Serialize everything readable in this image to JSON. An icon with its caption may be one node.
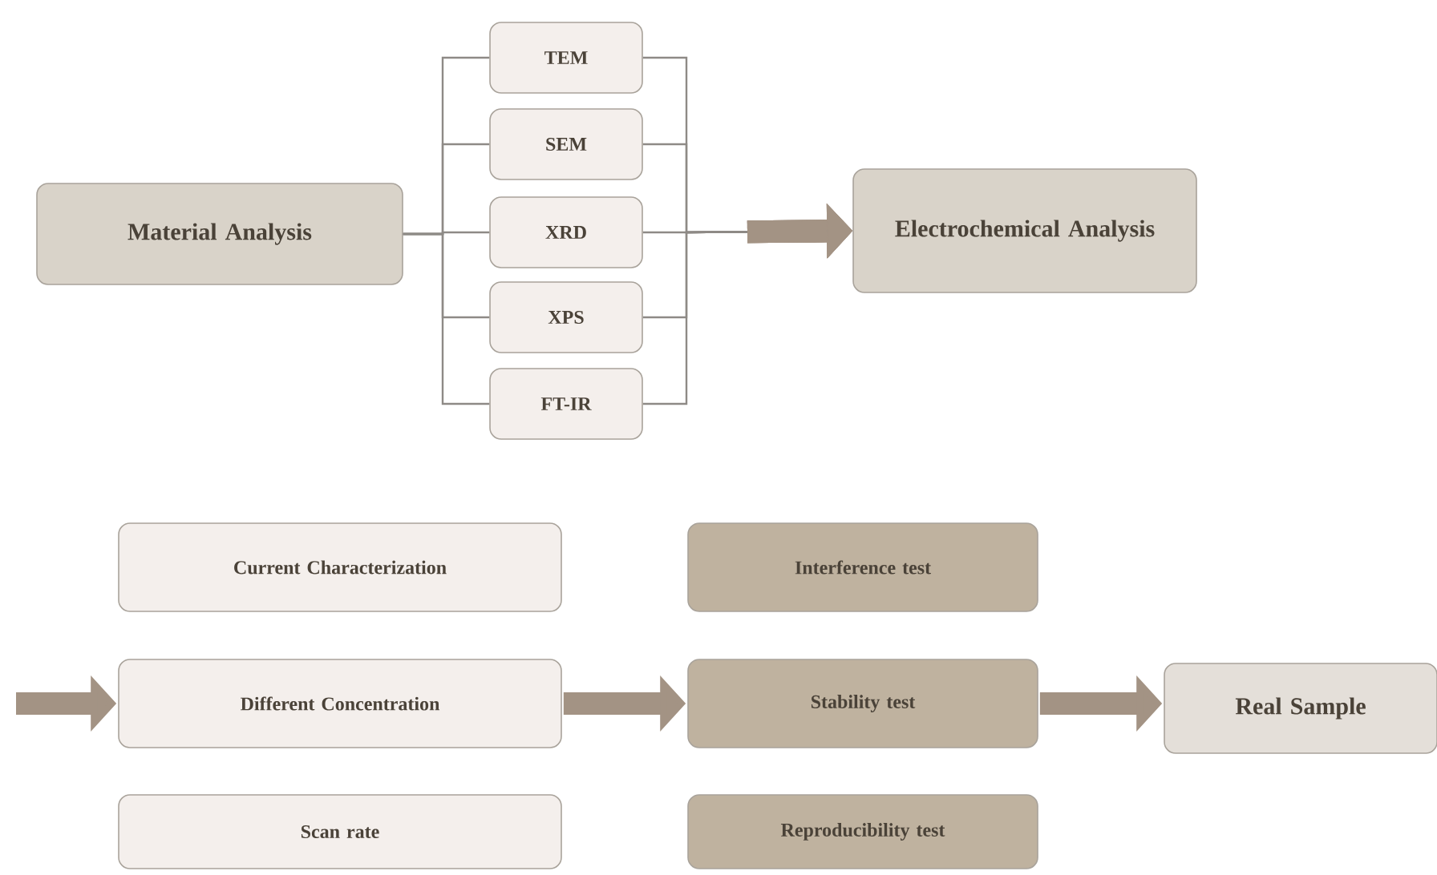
{
  "diagram": {
    "nodes": [
      {
        "text": [
          "Material Analysis"
        ]
      },
      {
        "text": [
          "TEM"
        ]
      },
      {
        "text": [
          "SEM"
        ]
      },
      {
        "text": [
          "XRD"
        ]
      },
      {
        "text": [
          "XPS"
        ]
      },
      {
        "text": [
          "FT-IR"
        ]
      },
      {
        "text": [
          "Electrochemical Analysis"
        ]
      },
      {
        "text": [
          "Current Characterization"
        ]
      },
      {
        "text": [
          "Different Concentration"
        ]
      },
      {
        "text": [
          "Scan rate"
        ]
      },
      {
        "text": [
          "Interference test"
        ]
      },
      {
        "text": [
          "Stability test"
        ]
      },
      {
        "text": [
          "Reproducibility test"
        ]
      },
      {
        "text": [
          "Real Sample"
        ]
      }
    ],
    "edges": [
      {
        "from": 0,
        "to": 1,
        "arrow": "none"
      },
      {
        "from": 0,
        "to": 2,
        "arrow": "none"
      },
      {
        "from": 0,
        "to": 3,
        "arrow": "none"
      },
      {
        "from": 0,
        "to": 4,
        "arrow": "none"
      },
      {
        "from": 0,
        "to": 5,
        "arrow": "none"
      },
      {
        "from": 1,
        "to": 6,
        "arrow": "to"
      },
      {
        "from": 2,
        "to": 6,
        "arrow": "to"
      },
      {
        "from": 3,
        "to": 6,
        "arrow": "to"
      },
      {
        "from": 4,
        "to": 6,
        "arrow": "to"
      },
      {
        "from": 5,
        "to": 6,
        "arrow": "to"
      },
      {
        "from": null,
        "to": 8,
        "arrow": "to",
        "style": "thick"
      },
      {
        "from": 8,
        "to": 11,
        "arrow": "to",
        "style": "thick"
      },
      {
        "from": 11,
        "to": 13,
        "arrow": "to",
        "style": "thick"
      }
    ]
  }
}
